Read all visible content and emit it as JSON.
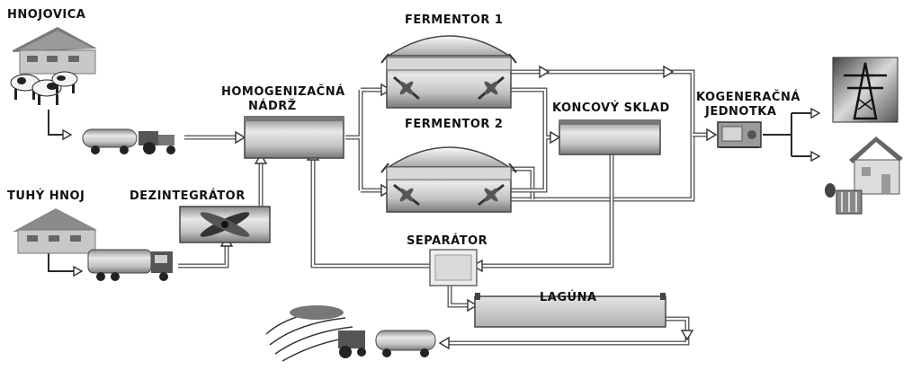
{
  "labels": {
    "hnojovica": "HNOJOVICA",
    "tuhy_hnoj": "TUHÝ HNOJ",
    "dezintegrator": "DEZINTEGRÁTOR",
    "homog_1": "HOMOGENIZAČNÁ",
    "homog_2": "NÁDRŽ",
    "fermentor_1": "FERMENTOR 1",
    "fermentor_2": "FERMENTOR 2",
    "koncovy_sklad": "KONCOVÝ SKLAD",
    "kogen_1": "KOGENERAČNÁ",
    "kogen_2": "JEDNOTKA",
    "separator": "SEPARÁTOR",
    "laguna": "LAGÚNA"
  },
  "icons": [
    "barn-icon",
    "cows-icon",
    "tanker-tractor-icon",
    "dump-truck-icon",
    "power-pylon-icon",
    "house-icon",
    "radiator-icon",
    "field-tractor-icon"
  ],
  "colors": {
    "tank": "#bdbdbd",
    "pipe": "#5a5a5a",
    "line": "#2a2a2a"
  }
}
